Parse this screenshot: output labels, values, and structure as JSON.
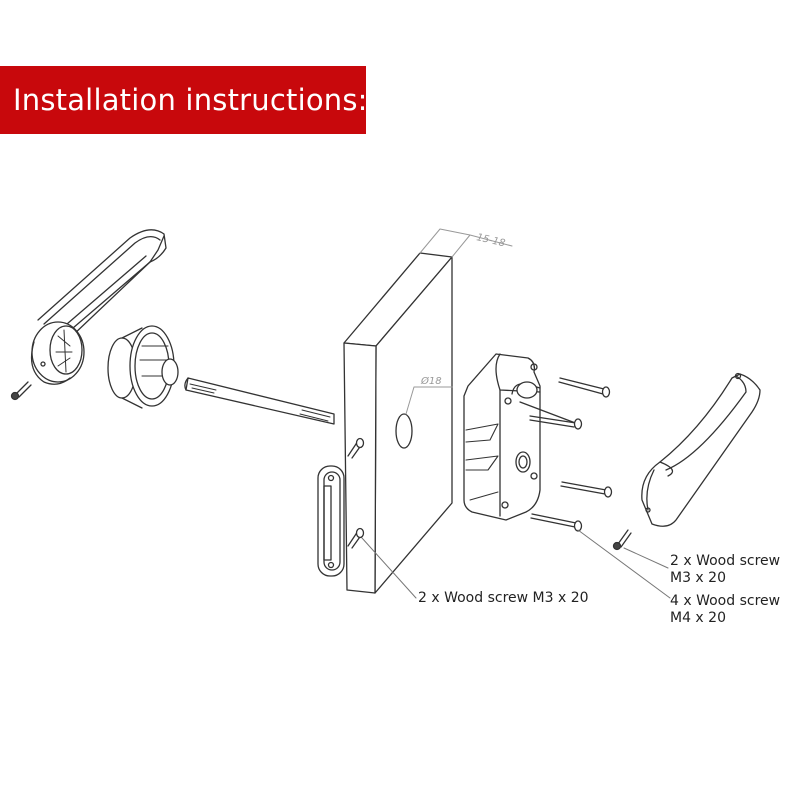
{
  "header": {
    "title": "Installation instructions:",
    "background_color": "#c8080c",
    "text_color": "#ffffff"
  },
  "dimensions": {
    "door_thickness": "15-18",
    "hole_diameter": "Ø18"
  },
  "callouts": {
    "strike_screws": "2 x Wood screw M3 x 20",
    "handle_screws": {
      "line1": "2 x Wood screw",
      "line2": "M3 x 20"
    },
    "lock_screws": {
      "line1": "4 x Wood screw",
      "line2": "M4 x 20"
    }
  },
  "parts": [
    "left-handle",
    "handle-screw-left",
    "rosette",
    "square-spindle",
    "door-panel",
    "strike-plate",
    "strike-screws",
    "lock-body",
    "lock-screws",
    "right-handle",
    "handle-screw-right"
  ]
}
